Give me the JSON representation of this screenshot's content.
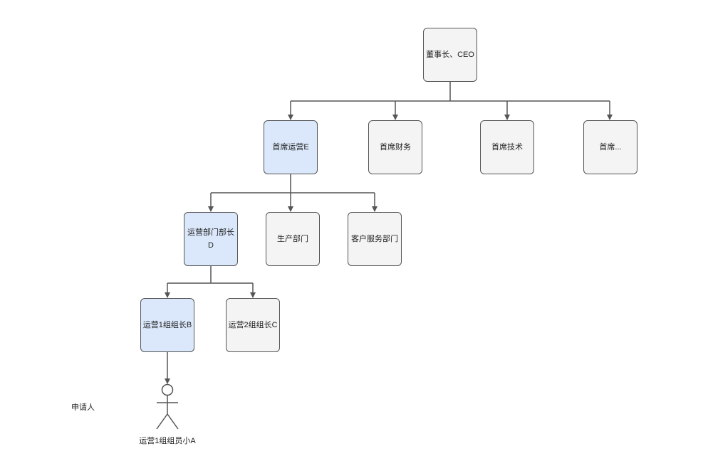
{
  "nodes": {
    "ceo": {
      "label": "董事长、CEO"
    },
    "coo": {
      "label": "首席运营E"
    },
    "cfo": {
      "label": "首席财务"
    },
    "cto": {
      "label": "首席技术"
    },
    "other": {
      "label": "首席..."
    },
    "ops_head": {
      "line1": "运营部门部长",
      "line2": "D"
    },
    "production": {
      "label": "生产部门"
    },
    "customer_service": {
      "label": "客户服务部门"
    },
    "team1_lead": {
      "label": "运营1组组长B"
    },
    "team2_lead": {
      "label": "运营2组组长C"
    }
  },
  "applicant": {
    "label": "申请人",
    "actor_name": "运营1组组员小A"
  },
  "colors": {
    "highlight_fill": "#dbe8fb",
    "default_fill": "#f3f4f3",
    "stroke": "#555555"
  }
}
